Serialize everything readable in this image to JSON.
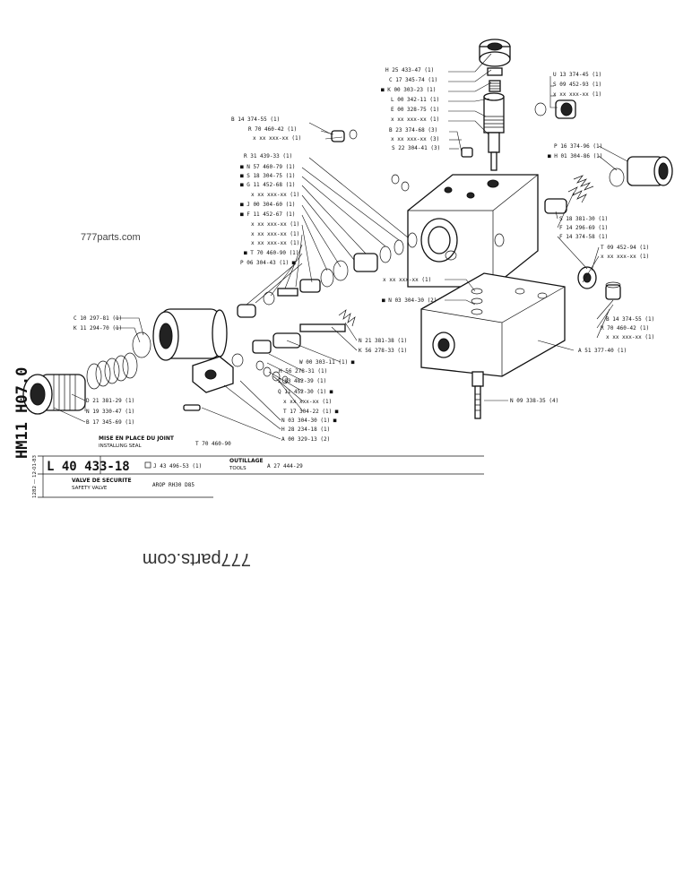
{
  "watermark_top": "777parts.com",
  "watermark_bottom": "777parts.com",
  "labels": [
    "H 25 433-47 (1)",
    "C 17 345-74 (1)",
    "■ K 00 303-23 (1)",
    "L 00 342-11 (1)",
    "E 00 328-75 (1)",
    "x xx xxx-xx (1)",
    "U 13 374-45 (1)",
    "S 09 452-93 (1)",
    "x xx xxx-xx (1)",
    "B 14 374-55 (1)",
    "R 70 460-42 (1)",
    "x xx xxx-xx (1)",
    "B 23 374-68 (3)",
    "x xx xxx-xx (3)",
    "S 22 304-41 (3)",
    "P 16 374-96 (1)",
    "■ H 01 304-86 (1)",
    "R 31 439-33 (1)",
    "■ N 57 460-79 (1)",
    "■ S 18 304-75 (1)",
    "■ G 11 452-68 (1)",
    "x xx xxx-xx (1)",
    "■ J 00 304-60 (1)",
    "■ F 11 452-67 (1)",
    "x xx xxx-xx (1)",
    "x xx xxx-xx (1)",
    "x xx xxx-xx (1)",
    "■ T 70 460-90 (1)",
    "P 06 304-43 (1) ■",
    "S 18 381-30 (1)",
    "F 14 296-69 (1)",
    "F 14 374-58 (1)",
    "T 09 452-94 (1)",
    "x xx xxx-xx (1)",
    "x xx xxx-xx (1)",
    "■ N 03 304-30 (2)",
    "B 14 374-55 (1)",
    "R 70 460-42 (1)",
    "x xx xxx-xx (1)",
    "C 10 297-81 (1)",
    "K 11 294-70 (1)",
    "N 21 381-38 (1)",
    "K 56 278-33 (1)",
    "A 51 377-40 (1)",
    "W 00 303-11 (1) ■",
    "H 56 278-31 (1)",
    "Z 83 482-39 (1)",
    "Q 11 452-30 (1) ■",
    "x xx xxx-xx (1)",
    "T 17 304-22 (1) ■",
    "N 03 304-30 (1) ■",
    "H 28 234-18 (1)",
    "A 00 329-13 (2)",
    "D 21 381-29 (1)",
    "N 19 330-47 (1)",
    "B 17 345-69 (1)",
    "N 09 338-35 (4)"
  ],
  "side_code": "HM11 H07.0",
  "info": {
    "mise_title": "MISE EN PLACE DU JOINT",
    "mise_sub": "INSTALLING SEAL",
    "mise_ref": "T 70 460-90",
    "ref_code": "L 40 433-18",
    "box_ref": "J 43 496-53 (1)",
    "outillage": "OUTILLAGE",
    "tools": "TOOLS",
    "tool_ref": "A 27 444-29",
    "valve_fr": "VALVE DE SECURITE",
    "valve_en": "SAFETY VALVE",
    "model": "AROP RH30 D85",
    "side_small": "1282 — 12-01-83"
  }
}
